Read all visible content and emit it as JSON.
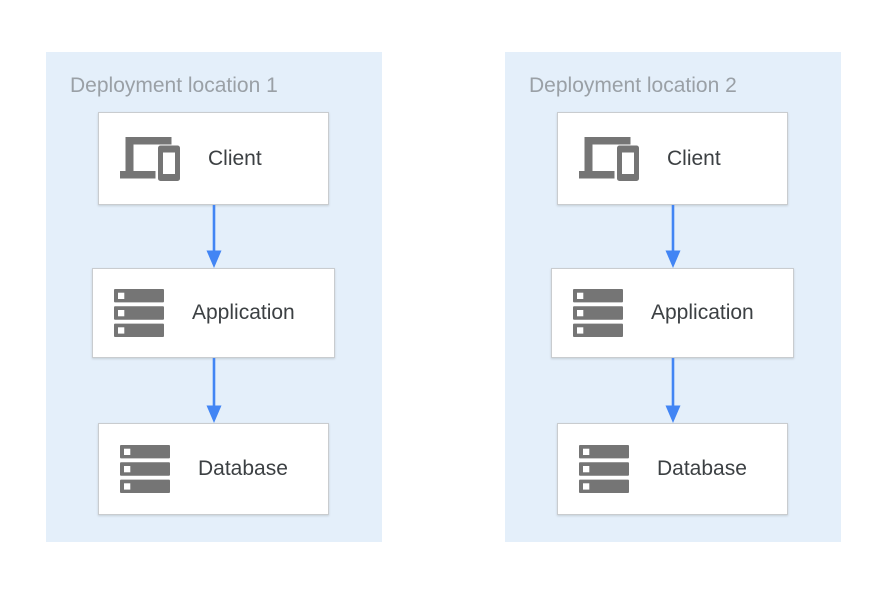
{
  "diagram": {
    "kind": "architecture-diagram",
    "panels": [
      {
        "title": "Deployment location 1",
        "nodes": [
          {
            "icon": "client-devices-icon",
            "label": "Client"
          },
          {
            "icon": "server-storage-icon",
            "label": "Application"
          },
          {
            "icon": "server-storage-icon",
            "label": "Database"
          }
        ],
        "connections": [
          {
            "from": "Client",
            "to": "Application",
            "direction": "down"
          },
          {
            "from": "Application",
            "to": "Database",
            "direction": "down"
          }
        ]
      },
      {
        "title": "Deployment location 2",
        "nodes": [
          {
            "icon": "client-devices-icon",
            "label": "Client"
          },
          {
            "icon": "server-storage-icon",
            "label": "Application"
          },
          {
            "icon": "server-storage-icon",
            "label": "Database"
          }
        ],
        "connections": [
          {
            "from": "Client",
            "to": "Application",
            "direction": "down"
          },
          {
            "from": "Application",
            "to": "Database",
            "direction": "down"
          }
        ]
      }
    ],
    "colors": {
      "canvas_background": "#FFFFFF",
      "panel_background": "#E4EFFA",
      "arrow_blue": "#4285F4",
      "icon_gray": "#757575",
      "title_gray": "#9AA0A6",
      "node_border": "#C9CCCF",
      "label_text": "#3C4043"
    }
  }
}
